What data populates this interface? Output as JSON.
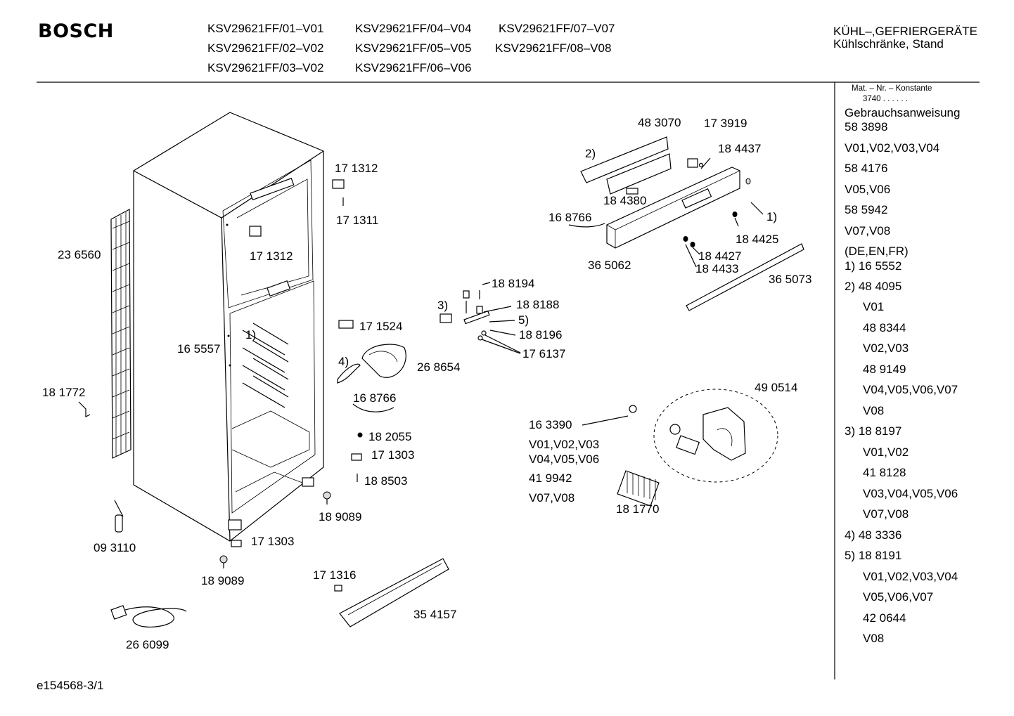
{
  "header": {
    "brand": "BOSCH",
    "models": [
      "KSV29621FF/01–V01",
      "KSV29621FF/04–V04",
      "KSV29621FF/07–V07",
      "KSV29621FF/02–V02",
      "KSV29621FF/05–V05",
      "KSV29621FF/08–V08",
      "KSV29621FF/03–V02",
      "KSV29621FF/06–V06"
    ],
    "category_line1": "KÜHL–,GEFRIERGERÄTE",
    "category_line2": "Kühlschränke, Stand"
  },
  "sidebar": {
    "mat_heading": "Mat. – Nr. – Konstante",
    "mat_value": "3740 . . . . . .",
    "rows": [
      "Gebrauchsanweisung",
      "58 3898",
      "V01,V02,V03,V04",
      "58 4176",
      "V05,V06",
      "58 5942",
      "V07,V08",
      "(DE,EN,FR)",
      "1) 16 5552",
      "2) 48 4095",
      "V01",
      "48 8344",
      "V02,V03",
      "48 9149",
      "V04,V05,V06,V07",
      "V08",
      "3) 18 8197",
      "V01,V02",
      "41 8128",
      "V03,V04,V05,V06",
      "V07,V08",
      "4) 48 3336",
      "5) 18 8191",
      "V01,V02,V03,V04",
      "V05,V06,V07",
      "42 0644",
      "V08"
    ]
  },
  "labels": [
    "17 1312",
    "17 1311",
    "17 1312",
    "23 6560",
    "16 5557",
    "1)",
    "18 1772",
    "17 1524",
    "4)",
    "26 8654",
    "16 8766",
    "18 2055",
    "17 1303",
    "18 8503",
    "18 9089",
    "09 3110",
    "17 1303",
    "18 9089",
    "17 1316",
    "35 4157",
    "26 6099",
    "48 3070",
    "17 3919",
    "2)",
    "18 4437",
    "18 4380",
    "16 8766",
    "1)",
    "18 4425",
    "36 5062",
    "18 4427",
    "18 4433",
    "36 5073",
    "18 8194",
    "3)",
    "18 8188",
    "5)",
    "18 8196",
    "17 6137",
    "49 0514",
    "16 3390",
    "V01,V02,V03",
    "V04,V05,V06",
    "41 9942",
    "V07,V08",
    "18 1770"
  ],
  "footer": {
    "code": "e154568-3/1"
  }
}
